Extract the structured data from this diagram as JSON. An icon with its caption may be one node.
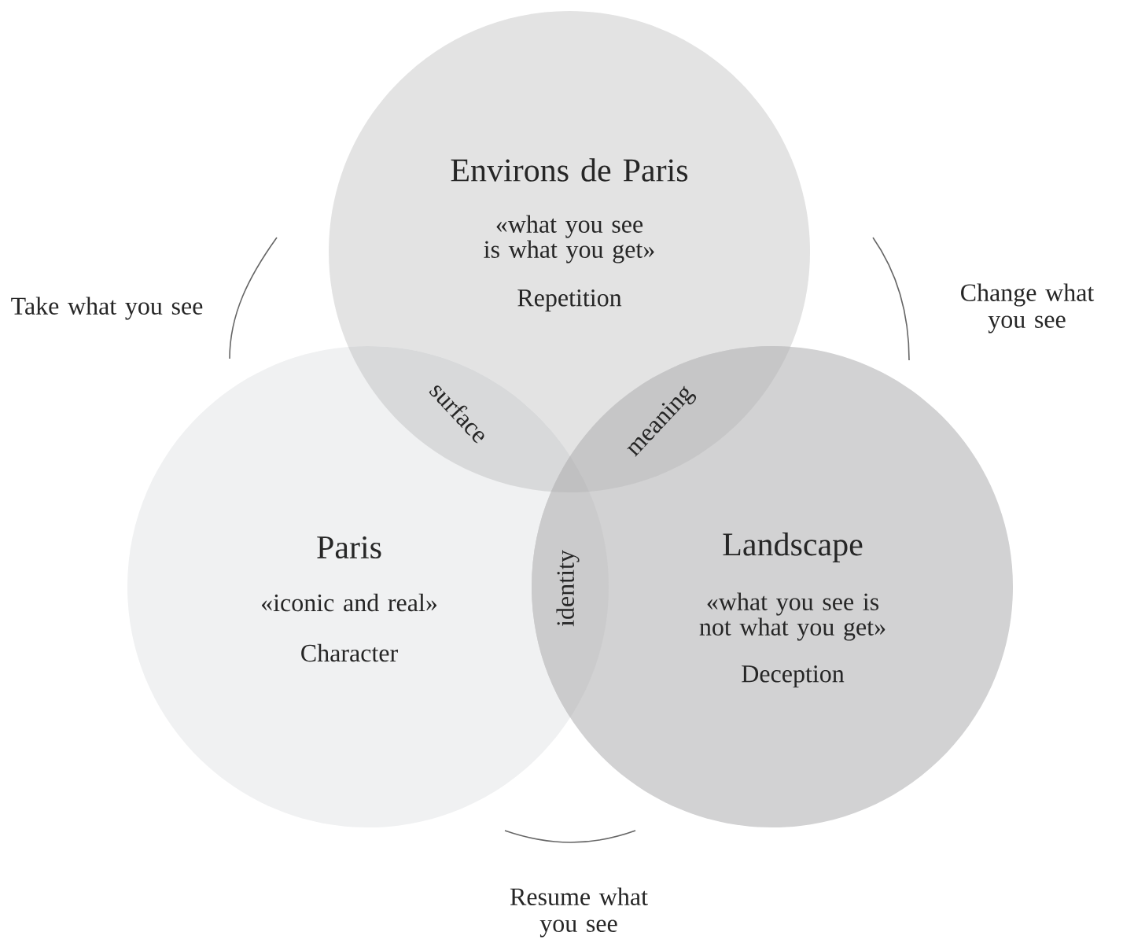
{
  "diagram": {
    "nodes": [
      {
        "text": [
          "Environs de Paris",
          "«what you see is what you get»",
          "Repetition"
        ]
      },
      {
        "text": [
          "Paris",
          "«iconic and real»",
          "Character"
        ]
      },
      {
        "text": [
          "Landscape",
          "«what you see is not what you get»",
          "Deception"
        ]
      }
    ],
    "labels": [
      "Take what you see",
      "Change what you see",
      "surface",
      "meaning",
      "identity",
      "Resume what you see"
    ]
  }
}
